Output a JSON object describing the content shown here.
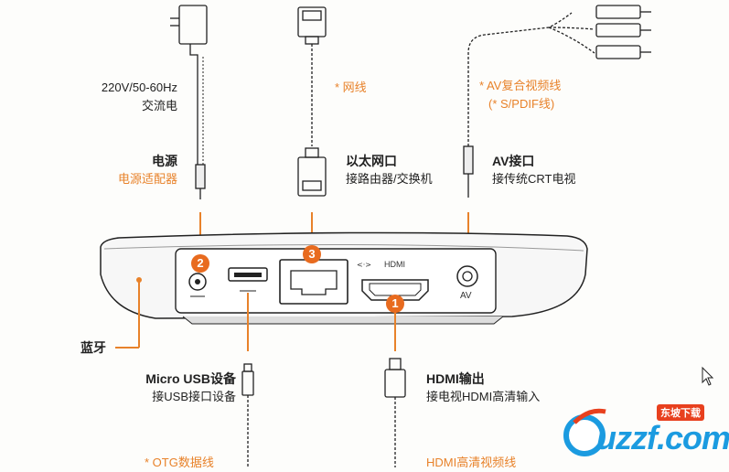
{
  "labels": {
    "power_spec_line1": "220V/50-60Hz",
    "power_spec_line2": "交流电",
    "power_title": "电源",
    "power_sub": "电源适配器",
    "net_cable": "* 网线",
    "ethernet_title": "以太网口",
    "ethernet_sub": "接路由器/交换机",
    "av_cable_line1": "* AV复合视频线",
    "av_cable_line2": "(* S/PDIF线)",
    "av_title": "AV接口",
    "av_sub": "接传统CRT电视",
    "bluetooth": "蓝牙",
    "micro_usb_title": "Micro USB设备",
    "micro_usb_sub": "接USB接口设备",
    "hdmi_title": "HDMI输出",
    "hdmi_sub": "接电视HDMI高清输入",
    "otg_cable": "* OTG数据线",
    "hdmi_cable": "HDMI高清视频线"
  },
  "ports": {
    "hdmi_label": "HDMI",
    "av_label": "AV",
    "num_hdmi": "1",
    "num_power": "2",
    "num_ethernet": "3"
  },
  "watermark": {
    "text": "uzzf.com",
    "tag": "东坡下载"
  },
  "colors": {
    "accent": "#e8822a",
    "badge": "#e86b1f",
    "line": "#222222",
    "logo_blue": "#1b9be0"
  }
}
